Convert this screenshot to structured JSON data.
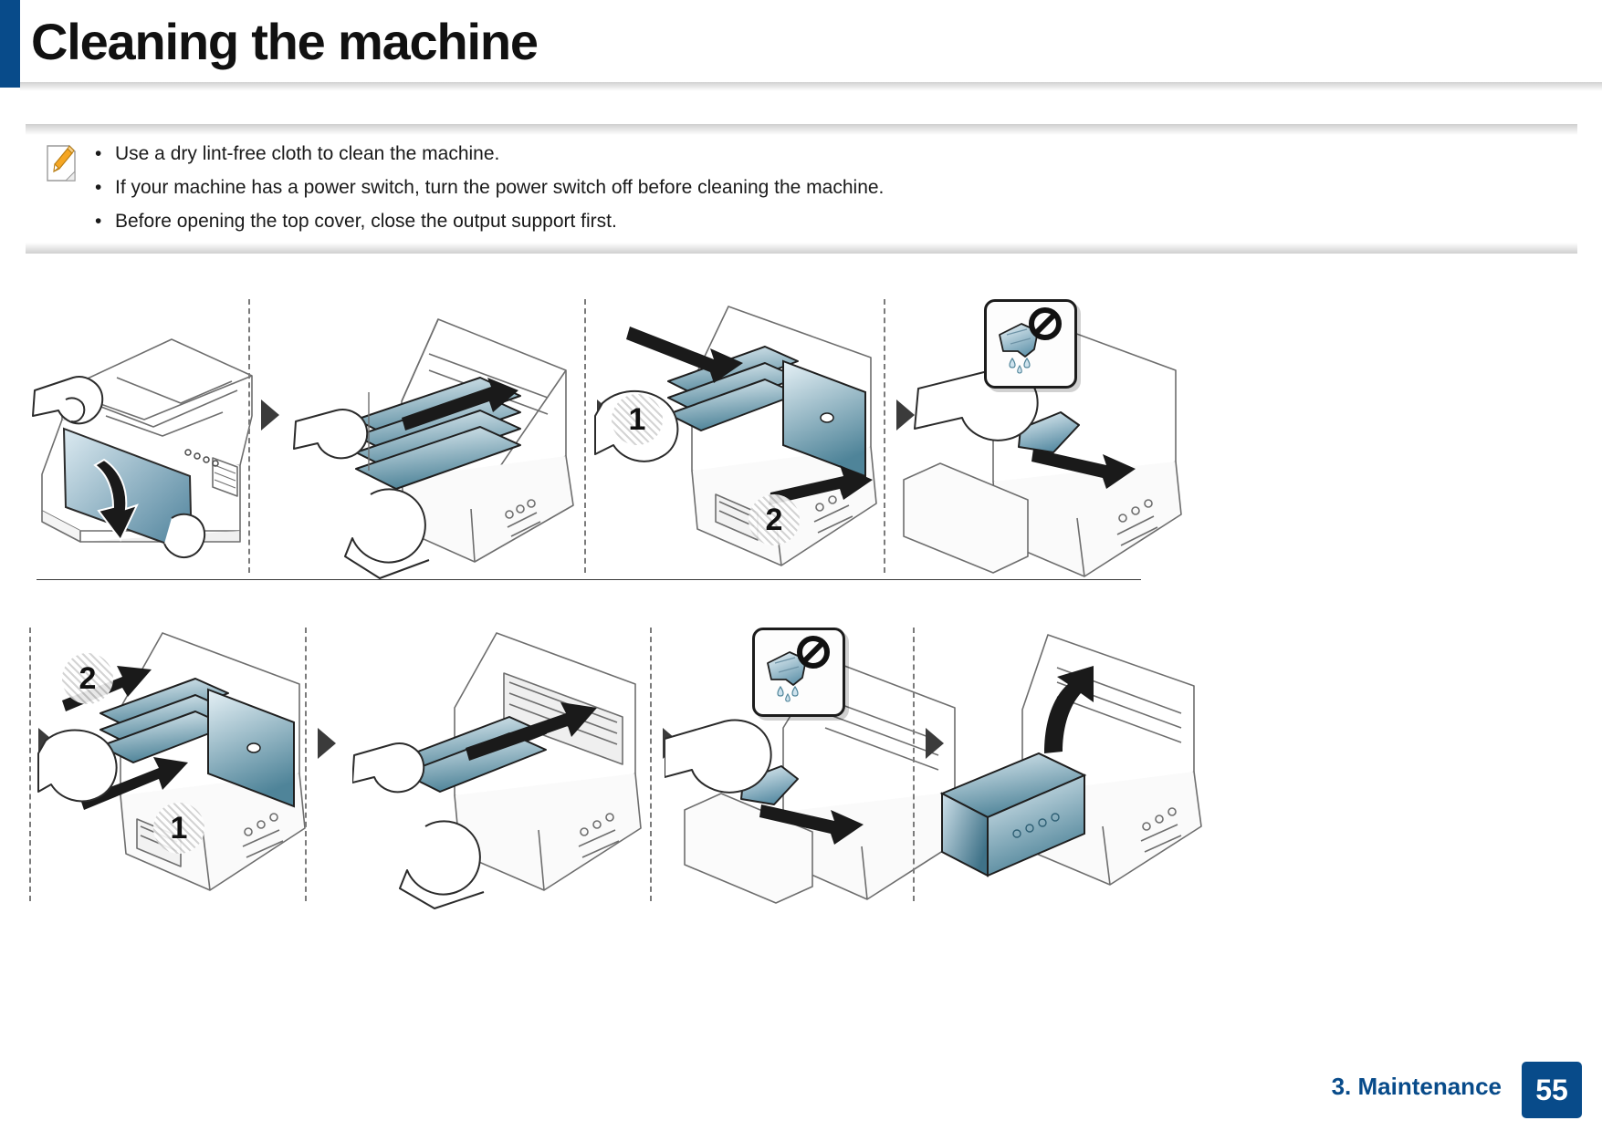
{
  "header": {
    "title": "Cleaning the machine",
    "accent_color": "#084b8a"
  },
  "note": {
    "icon": "note-pencil-icon",
    "items": [
      "Use a dry lint-free cloth to clean the machine.",
      "If your machine has a power switch, turn the power switch off before cleaning the machine.",
      "Before opening the top cover, close the output support first."
    ],
    "bullet": "•"
  },
  "illustrations": {
    "row1": [
      {
        "id": "step-open-front-cover",
        "caption": "",
        "callouts": [],
        "warning": null
      },
      {
        "id": "step-pull-out-toner-cartridges",
        "caption": "",
        "callouts": [],
        "warning": null
      },
      {
        "id": "step-remove-waste-toner-container",
        "caption": "",
        "callouts": [
          "1",
          "2"
        ],
        "warning": null
      },
      {
        "id": "step-wipe-interior-with-dry-cloth",
        "caption": "",
        "callouts": [],
        "warning": "no-wet-cloth"
      }
    ],
    "row2": [
      {
        "id": "step-reinsert-waste-toner-container",
        "caption": "",
        "callouts": [
          "2",
          "1"
        ],
        "warning": null
      },
      {
        "id": "step-reinsert-toner-cartridges",
        "caption": "",
        "callouts": [],
        "warning": null
      },
      {
        "id": "step-wipe-imaging-unit-area",
        "caption": "",
        "callouts": [],
        "warning": "no-wet-cloth"
      },
      {
        "id": "step-close-front-cover",
        "caption": "",
        "callouts": [],
        "warning": null
      }
    ],
    "warning_icon": {
      "name": "no-wet-cloth-icon",
      "cloth_label": "wet-cloth",
      "prohibition_label": "prohibited-symbol",
      "drop_count": 3
    }
  },
  "footer": {
    "chapter": "3. Maintenance",
    "page_number": "55",
    "badge_color": "#084b8a"
  }
}
